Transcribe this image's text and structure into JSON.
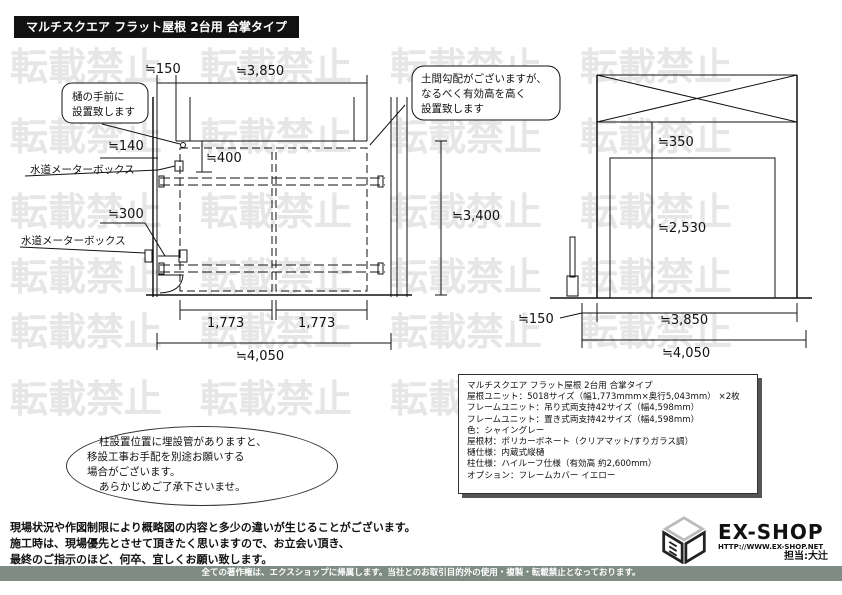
{
  "title": "マルチスクエア フラット屋根 2台用 合掌タイプ",
  "watermark": "転載禁止",
  "plan": {
    "dim_150": "≒150",
    "dim_3850": "≒3,850",
    "dim_140": "≒140",
    "dim_400": "≒400",
    "dim_300": "≒300",
    "dim_1773_a": "1,773",
    "dim_1773_b": "1,773",
    "dim_4050": "≒4,050",
    "dim_3400": "≒3,400",
    "callout_gutter": [
      "樋の手前に",
      "設置致します"
    ],
    "callout_slope": [
      "土間勾配がございますが、",
      "なるべく有効高を高く",
      "設置致します"
    ],
    "meter_box_1": "水道メーターボックス",
    "meter_box_2": "水道メーターボックス"
  },
  "elevation": {
    "dim_350": "≒350",
    "dim_2530": "≒2,530",
    "dim_150": "≒150",
    "dim_3850": "≒3,850",
    "dim_4050": "≒4,050"
  },
  "spec": [
    "マルチスクエア フラット屋根 2台用 合掌タイプ",
    "屋根ユニット：5018サイズ（幅1,773mmm×奥行5,043mm） ×2枚",
    "フレームユニット：吊り式両支持42サイズ（幅4,598mm）",
    "フレームユニット：置き式両支持42サイズ（幅4,598mm）",
    "色：シャイングレー",
    "屋根材：ポリカーボネート（クリアマット/すりガラス調）",
    "樋仕様：内蔵式縦樋",
    "柱仕様：ハイルーフ仕様（有効高 約2,600mm）",
    "オプション：フレームカバー イエロー"
  ],
  "note": [
    "柱設置位置に埋設管がありますと、",
    "移設工事お手配を別途お願いする",
    "場合がございます。",
    "あらかじめご了承下さいませ。"
  ],
  "disclaimer": [
    "現場状況や作図制限により概略図の内容と多少の違いが生じることがございます。",
    "施工時は、現場優先とさせて頂きたく思いますので、お立会い頂き、",
    "最終のご指示のほど、何卒、宜しくお願い致します。"
  ],
  "logo": {
    "name": "EX-SHOP",
    "url": "HTTP://WWW.EX-SHOP.NET",
    "staff": "担当:大辻"
  },
  "footer": "全ての著作権は、エクスショップに帰属します。当社とのお取引目的外の使用・複製・転載禁止となっております。"
}
